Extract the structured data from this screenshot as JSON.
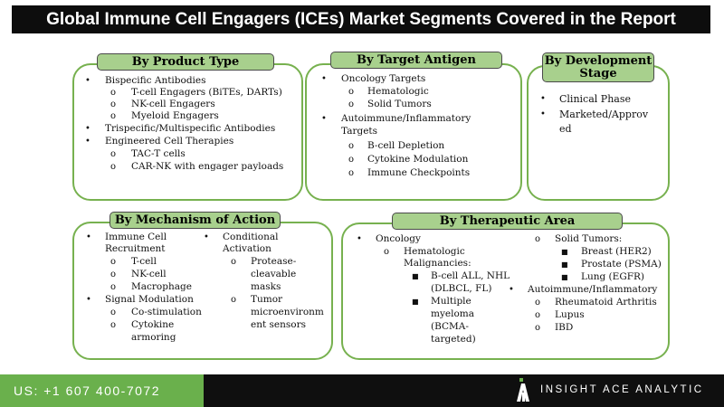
{
  "title": "Global Immune Cell Engagers (ICEs) Market Segments Covered in the Report",
  "product_type": {
    "header": "By Product Type",
    "lines": [
      "Bispecific Antibodies",
      "T-cell Engagers (BiTEs, DARTs)",
      "NK-cell Engagers",
      "Myeloid Engagers",
      "Trispecific/Multispecific Antibodies",
      "Engineered Cell Therapies",
      "TAC-T cells",
      "CAR-NK with engager payloads"
    ]
  },
  "target_antigen": {
    "header": "By Target Antigen",
    "lines": [
      "Oncology Targets",
      "Hematologic",
      "Solid Tumors",
      "Autoimmune/Inflammatory",
      "Targets",
      "B-cell Depletion",
      "Cytokine Modulation",
      "Immune Checkpoints"
    ]
  },
  "development_stage": {
    "header_line1": "By Development",
    "header_line2": "Stage",
    "lines": [
      "Clinical Phase",
      "Marketed/Approv",
      "ed"
    ]
  },
  "mechanism": {
    "header": "By Mechanism of Action",
    "lines": [
      "Immune Cell",
      "Recruitment",
      "T-cell",
      "NK-cell",
      "Macrophage",
      "Signal Modulation",
      "Co-stimulation",
      "Cytokine",
      "armoring",
      "Conditional",
      "Activation",
      "Protease-",
      "cleavable",
      "masks",
      "Tumor",
      "microenvironm",
      "ent sensors"
    ]
  },
  "therapeutic": {
    "header": "By Therapeutic Area",
    "lines": [
      "Oncology",
      "Hematologic",
      "Malignancies:",
      "B-cell ALL, NHL",
      "(DLBCL, FL)",
      "Multiple",
      "myeloma",
      "(BCMA-",
      "targeted)",
      "Solid Tumors:",
      "Breast (HER2)",
      "Prostate (PSMA)",
      "Lung (EGFR)",
      "Autoimmune/Inflammatory",
      "Rheumatoid Arthritis",
      "Lupus",
      "IBD"
    ]
  },
  "footer": {
    "phone": "US: +1 607 400-7072",
    "brand": "INSIGHT ACE ANALYTIC"
  },
  "colors": {
    "accent_green": "#77b14f",
    "header_fill": "#a8d08d",
    "footer_green": "#6ab04c",
    "dark": "#0d0d0d"
  }
}
